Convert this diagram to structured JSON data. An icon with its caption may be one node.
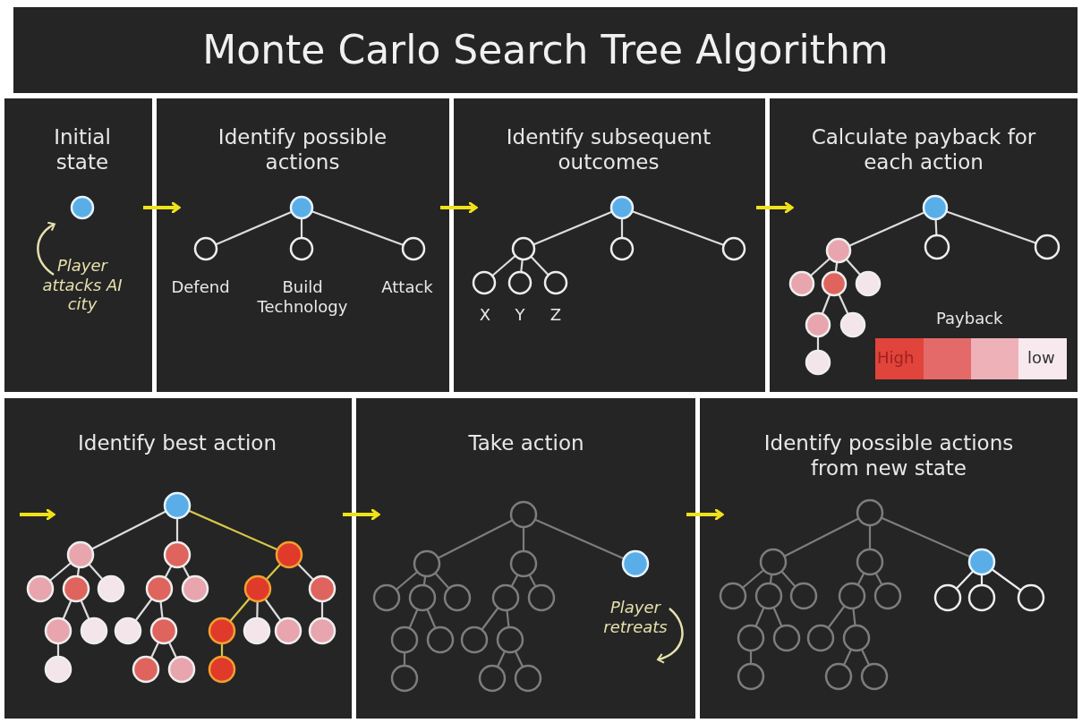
{
  "diagram": {
    "title": "Monte Carlo Search Tree Algorithm",
    "nodes": [
      {
        "text": [
          "Initial state",
          "Player attacks AI city"
        ]
      },
      {
        "text": [
          "Identify possible actions",
          "Defend",
          "Build Technology",
          "Attack"
        ]
      },
      {
        "text": [
          "Identify subsequent outcomes",
          "X",
          "Y",
          "Z"
        ]
      },
      {
        "text": [
          "Calculate payback for each action"
        ]
      },
      {
        "text": [
          "Identify best action"
        ]
      },
      {
        "text": [
          "Take action",
          "Player retreats"
        ]
      },
      {
        "text": [
          "Identify possible actions from new state"
        ]
      }
    ],
    "edges": [
      {
        "from": 0,
        "to": 1,
        "arrow": "to"
      },
      {
        "from": 1,
        "to": 2,
        "arrow": "to"
      },
      {
        "from": 2,
        "to": 3,
        "arrow": "to"
      },
      {
        "from": null,
        "to": 4,
        "arrow": "to"
      },
      {
        "from": 4,
        "to": 5,
        "arrow": "to"
      },
      {
        "from": 5,
        "to": 6,
        "arrow": "to"
      }
    ],
    "labels": [
      "Payback"
    ],
    "legend": [
      {
        "text": "High",
        "color": "#e0443a"
      },
      {
        "text": "low",
        "color": "#f7e9ee"
      }
    ]
  }
}
